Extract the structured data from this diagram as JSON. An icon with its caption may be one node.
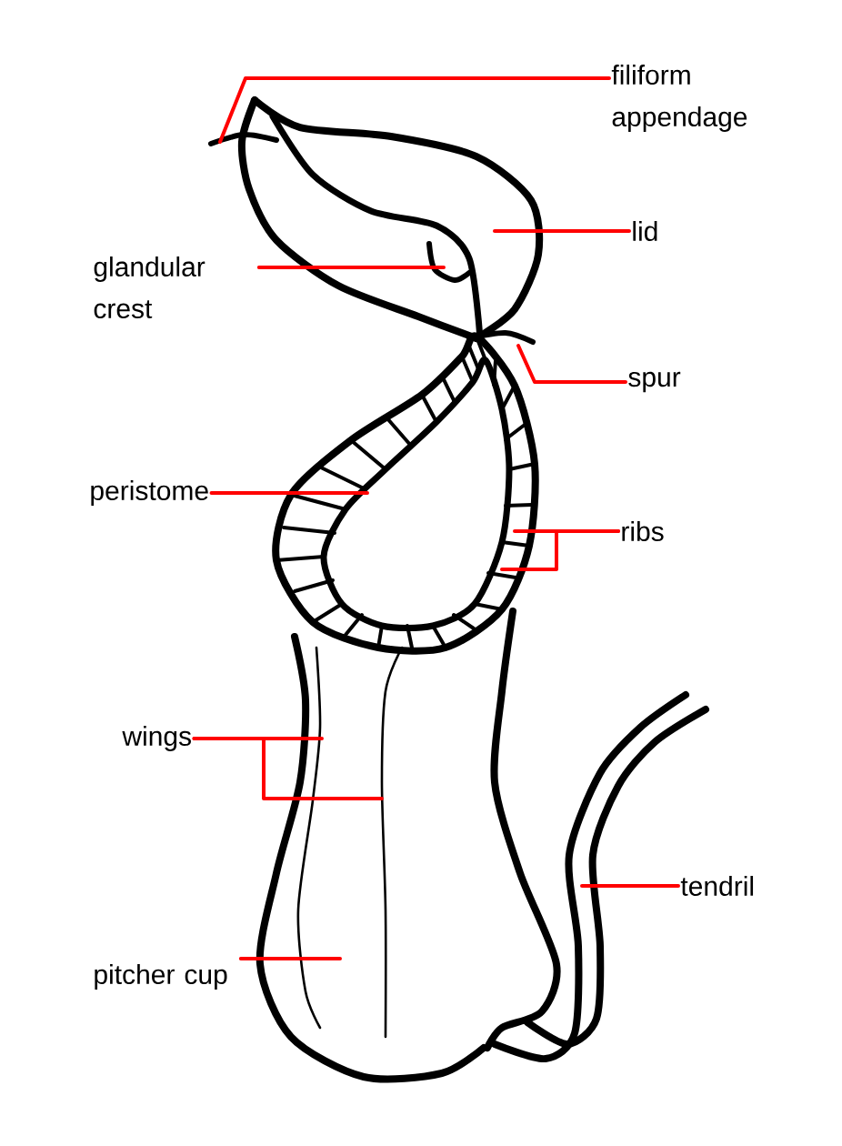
{
  "diagram": {
    "nodes": [
      {
        "text": [
          "filiform appendage"
        ]
      },
      {
        "text": [
          "lid"
        ]
      },
      {
        "text": [
          "glandular crest"
        ]
      },
      {
        "text": [
          "spur"
        ]
      },
      {
        "text": [
          "peristome"
        ]
      },
      {
        "text": [
          "ribs"
        ]
      },
      {
        "text": [
          "wings"
        ]
      },
      {
        "text": [
          "tendril"
        ]
      },
      {
        "text": [
          "pitcher cup"
        ]
      }
    ],
    "edges": [
      {
        "from": 0,
        "to": null,
        "arrow": "none"
      },
      {
        "from": 1,
        "to": null,
        "arrow": "none"
      },
      {
        "from": 2,
        "to": null,
        "arrow": "none"
      },
      {
        "from": 3,
        "to": null,
        "arrow": "none"
      },
      {
        "from": 4,
        "to": null,
        "arrow": "none"
      },
      {
        "from": 5,
        "to": null,
        "arrow": "none"
      },
      {
        "from": 5,
        "to": null,
        "arrow": "none"
      },
      {
        "from": 6,
        "to": null,
        "arrow": "none"
      },
      {
        "from": 6,
        "to": null,
        "arrow": "none"
      },
      {
        "from": 7,
        "to": null,
        "arrow": "none"
      },
      {
        "from": 8,
        "to": null,
        "arrow": "none"
      }
    ]
  }
}
